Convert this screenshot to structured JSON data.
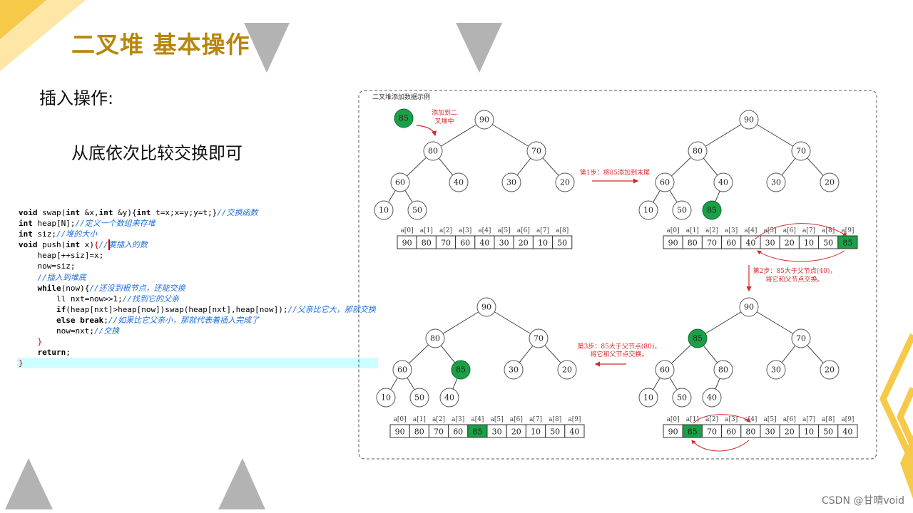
{
  "slide": {
    "title": "二叉堆 基本操作",
    "subtitle": "插入操作:",
    "description": "从底依次比较交换即可",
    "watermark": "CSDN @甘晴void"
  },
  "code": [
    [
      {
        "t": "void",
        "c": "kw"
      },
      {
        "t": " swap("
      },
      {
        "t": "int",
        "c": "kw"
      },
      {
        "t": " &x,"
      },
      {
        "t": "int",
        "c": "kw"
      },
      {
        "t": " &y){"
      },
      {
        "t": "int",
        "c": "kw"
      },
      {
        "t": " t=x;x=y;y=t;}"
      },
      {
        "t": "//交换函数",
        "c": "cm"
      }
    ],
    [
      {
        "t": "int",
        "c": "kw"
      },
      {
        "t": " heap[N];"
      },
      {
        "t": "//定义一个数组来存堆",
        "c": "cm"
      }
    ],
    [
      {
        "t": "int",
        "c": "kw"
      },
      {
        "t": " siz;"
      },
      {
        "t": "//堆的大小",
        "c": "cm"
      }
    ],
    [
      {
        "t": "void",
        "c": "kw"
      },
      {
        "t": " push("
      },
      {
        "t": "int",
        "c": "kw"
      },
      {
        "t": " x)"
      },
      {
        "t": "{",
        "c": "rd"
      },
      {
        "t": "//要插入的数",
        "c": "cm"
      }
    ],
    [
      {
        "t": "    heap[++siz]=x;"
      }
    ],
    [
      {
        "t": "    now=siz;"
      }
    ],
    [
      {
        "t": "    "
      },
      {
        "t": "//插入到堆底",
        "c": "cm"
      }
    ],
    [
      {
        "t": "    "
      },
      {
        "t": "while",
        "c": "kw"
      },
      {
        "t": "(now){"
      },
      {
        "t": "//还没到根节点，还能交换",
        "c": "cm"
      }
    ],
    [
      {
        "t": "        ll nxt=now>>1;"
      },
      {
        "t": "//找到它的父亲",
        "c": "cm"
      }
    ],
    [
      {
        "t": "        "
      },
      {
        "t": "if",
        "c": "kw"
      },
      {
        "t": "(heap[nxt]>heap[now])swap(heap[nxt],heap[now]);"
      },
      {
        "t": "//父亲比它大，那就交换",
        "c": "cm"
      }
    ],
    [
      {
        "t": "        "
      },
      {
        "t": "else",
        "c": "kw"
      },
      {
        "t": " "
      },
      {
        "t": "break",
        "c": "kw"
      },
      {
        "t": ";"
      },
      {
        "t": "//如果比它父亲小，那就代表着插入完成了",
        "c": "cm"
      }
    ],
    [
      {
        "t": "        now=nxt;"
      },
      {
        "t": "//交换",
        "c": "cm"
      }
    ],
    [
      {
        "t": "    "
      },
      {
        "t": "}",
        "c": "rd"
      }
    ],
    [
      {
        "t": "    "
      },
      {
        "t": "return",
        "c": "kw"
      },
      {
        "t": ";"
      }
    ],
    [
      {
        "t": "}",
        "c": "rd"
      }
    ]
  ],
  "diagram": {
    "caption": "二叉堆添加数据示例",
    "new_node": "85",
    "new_node_label": [
      "添加到二",
      "叉堆中"
    ],
    "step1": "第1步：将85添加到末尾",
    "step2": [
      "第2步：85大于父节点(40)，",
      "将它和父节点交换。"
    ],
    "step3": [
      "第3步：85大于父节点(80)，",
      "将它和父节点交换。"
    ],
    "index_labels": [
      "a[0]",
      "a[1]",
      "a[2]",
      "a[3]",
      "a[4]",
      "a[5]",
      "a[6]",
      "a[7]",
      "a[8]",
      "a[9]"
    ],
    "states": [
      {
        "tree": [
          90,
          80,
          70,
          60,
          40,
          30,
          20,
          10,
          50
        ],
        "array": [
          90,
          80,
          70,
          60,
          40,
          30,
          20,
          10,
          50
        ],
        "green_tree": [],
        "green_array": []
      },
      {
        "tree": [
          90,
          80,
          70,
          60,
          40,
          30,
          20,
          10,
          50,
          85
        ],
        "array": [
          90,
          80,
          70,
          60,
          40,
          30,
          20,
          10,
          50,
          85
        ],
        "green_tree": [
          9
        ],
        "green_array": [
          9
        ]
      },
      {
        "tree": [
          90,
          80,
          70,
          60,
          85,
          30,
          20,
          10,
          50,
          40
        ],
        "array": [
          90,
          80,
          70,
          60,
          85,
          30,
          20,
          10,
          50,
          40
        ],
        "green_tree": [
          4
        ],
        "green_array": [
          4
        ]
      },
      {
        "tree": [
          90,
          85,
          70,
          60,
          80,
          30,
          20,
          10,
          50,
          40
        ],
        "array": [
          90,
          85,
          70,
          60,
          80,
          30,
          20,
          10,
          50,
          40
        ],
        "green_tree": [
          1
        ],
        "green_array": [
          1
        ]
      }
    ],
    "colors": {
      "green": "#1aa046",
      "arrow": "#d42a2a",
      "node_border": "#555555"
    }
  },
  "colors": {
    "title": "#b8860b",
    "triangle": "#b3b3b3",
    "yellow": "#f7c948"
  }
}
